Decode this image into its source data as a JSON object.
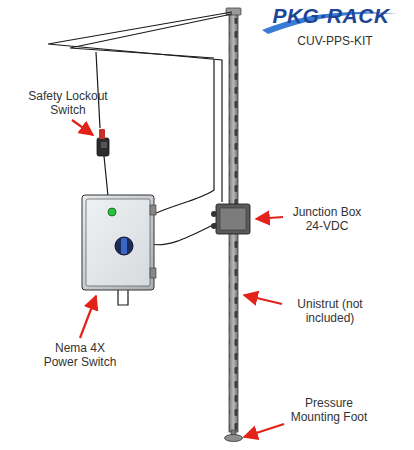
{
  "diagram": {
    "labels": [
      "PKG·RACK",
      "CUV-PPS-KIT",
      "Safety Lockout Switch",
      "Nema 4X Power Switch",
      "Junction Box 24-VDC",
      "Unistrut (not included)",
      "Pressure Mounting Foot"
    ]
  }
}
